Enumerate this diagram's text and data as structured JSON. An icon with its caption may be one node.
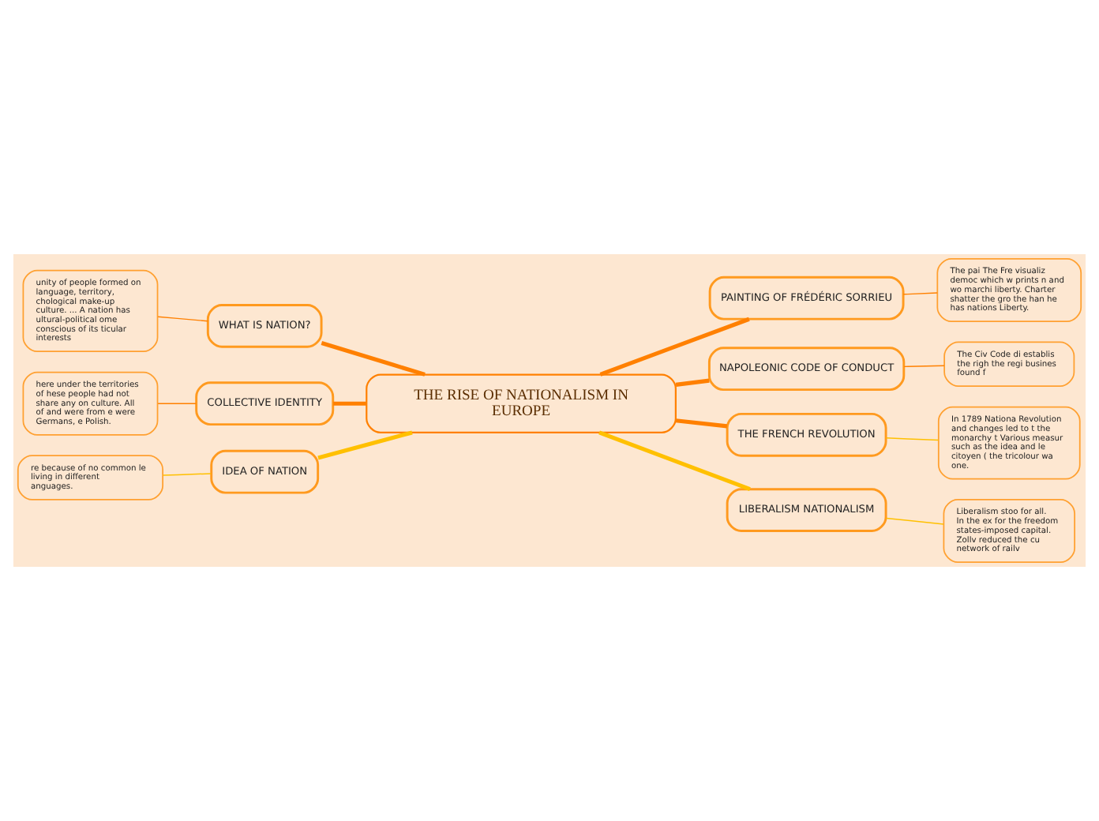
{
  "diagram": {
    "nodes": [
      {
        "text": [
          "THE RISE OF NATIONALISM IN EUROPE"
        ]
      },
      {
        "text": [
          "PAINTING OF FRÉDÉRIC SORRIEU"
        ]
      },
      {
        "text": [
          "The pai The Fre visualiz democ which w prints n and wo marchi liberty. Charter shatter the gro the han he has nations Liberty."
        ]
      },
      {
        "text": [
          "NAPOLEONIC CODE OF CONDUCT"
        ]
      },
      {
        "text": [
          "The Civ Code di establis the righ the regi busines found f"
        ]
      },
      {
        "text": [
          "THE FRENCH REVOLUTION"
        ]
      },
      {
        "text": [
          "In 1789 Nationa Revolution and changes led to t the monarchy t Various measur such as the idea and le citoyen ( the tricolour wa one."
        ]
      },
      {
        "text": [
          "LIBERALISM NATIONALISM"
        ]
      },
      {
        "text": [
          "Liberalism stoo for all. In the ex for the freedom states-imposed capital. Zollv reduced the cu network of railv"
        ]
      },
      {
        "text": [
          "WHAT IS NATION?"
        ]
      },
      {
        "text": [
          "unity of people formed on language, territory, chological make-up culture. ... A nation has ultural-political ome conscious of its ticular interests"
        ]
      },
      {
        "text": [
          "COLLECTIVE IDENTITY"
        ]
      },
      {
        "text": [
          "here under the territories of hese people had not share any on culture. All of and were from e were Germans, e Polish."
        ]
      },
      {
        "text": [
          "IDEA OF NATION"
        ]
      },
      {
        "text": [
          "re because of no common le living in different anguages."
        ]
      }
    ],
    "edges": [
      {
        "from": 0,
        "to": 1,
        "arrow": "none",
        "style": "thick"
      },
      {
        "from": 1,
        "to": 2,
        "arrow": "none"
      },
      {
        "from": 0,
        "to": 3,
        "arrow": "none",
        "style": "thick"
      },
      {
        "from": 3,
        "to": 4,
        "arrow": "none"
      },
      {
        "from": 0,
        "to": 5,
        "arrow": "none",
        "style": "thick"
      },
      {
        "from": 5,
        "to": 6,
        "arrow": "none",
        "color": "#ffc000"
      },
      {
        "from": 0,
        "to": 7,
        "arrow": "none",
        "style": "thick",
        "color": "#ffc000"
      },
      {
        "from": 7,
        "to": 8,
        "arrow": "none",
        "color": "#ffc000"
      },
      {
        "from": 9,
        "to": 0,
        "arrow": "none",
        "style": "thick"
      },
      {
        "from": 10,
        "to": 9,
        "arrow": "none"
      },
      {
        "from": 11,
        "to": 0,
        "arrow": "none",
        "style": "thick"
      },
      {
        "from": 12,
        "to": 11,
        "arrow": "none"
      },
      {
        "from": 13,
        "to": 0,
        "arrow": "none",
        "style": "thick",
        "color": "#ffc000"
      },
      {
        "from": 14,
        "to": 13,
        "arrow": "none",
        "color": "#ffc000"
      }
    ]
  }
}
